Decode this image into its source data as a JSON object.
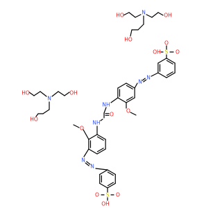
{
  "diagram": {
    "type": "skeletal-structure",
    "colors": {
      "bond": "#000000",
      "oxygen": "#ff0d0d",
      "nitrogen": "#3050f8",
      "sulfur": "#c8c800",
      "background": "#ffffff"
    },
    "labels": {
      "hydroxyl": "HO",
      "hydroxyl_right": "OH",
      "nitrogen": "N",
      "amine_h": "NH",
      "sulfur": "S",
      "oxygen": "O",
      "carbonyl_o": "O"
    }
  }
}
